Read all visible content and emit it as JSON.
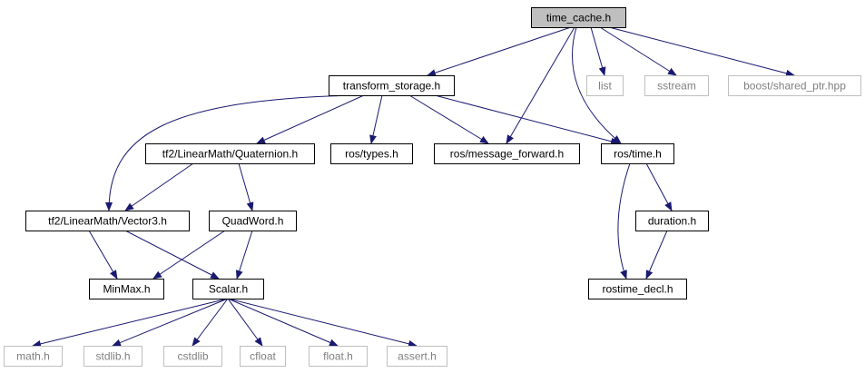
{
  "colors": {
    "edge": "#191970",
    "node_border": "#000000",
    "external_border": "#bfbfbf",
    "external_text": "#7f7f7f",
    "root_fill": "#bfbfbf",
    "text": "#000000"
  },
  "nodes": {
    "time_cache": {
      "label": "time_cache.h",
      "kind": "root"
    },
    "transform_storage": {
      "label": "transform_storage.h",
      "kind": "internal"
    },
    "list": {
      "label": "list",
      "kind": "external"
    },
    "sstream": {
      "label": "sstream",
      "kind": "external"
    },
    "shared_ptr": {
      "label": "boost/shared_ptr.hpp",
      "kind": "external"
    },
    "quaternion": {
      "label": "tf2/LinearMath/Quaternion.h",
      "kind": "internal"
    },
    "ros_types": {
      "label": "ros/types.h",
      "kind": "internal"
    },
    "message_forward": {
      "label": "ros/message_forward.h",
      "kind": "internal"
    },
    "ros_time": {
      "label": "ros/time.h",
      "kind": "internal"
    },
    "vector3": {
      "label": "tf2/LinearMath/Vector3.h",
      "kind": "internal"
    },
    "quadword": {
      "label": "QuadWord.h",
      "kind": "internal"
    },
    "duration": {
      "label": "duration.h",
      "kind": "internal"
    },
    "minmax": {
      "label": "MinMax.h",
      "kind": "internal"
    },
    "scalar": {
      "label": "Scalar.h",
      "kind": "internal"
    },
    "rostime_decl": {
      "label": "rostime_decl.h",
      "kind": "internal"
    },
    "math": {
      "label": "math.h",
      "kind": "external"
    },
    "stdlib": {
      "label": "stdlib.h",
      "kind": "external"
    },
    "cstdlib": {
      "label": "cstdlib",
      "kind": "external"
    },
    "cfloat": {
      "label": "cfloat",
      "kind": "external"
    },
    "float": {
      "label": "float.h",
      "kind": "external"
    },
    "assert": {
      "label": "assert.h",
      "kind": "external"
    }
  },
  "edges": [
    {
      "from": "time_cache",
      "to": "transform_storage"
    },
    {
      "from": "time_cache",
      "to": "message_forward"
    },
    {
      "from": "time_cache",
      "to": "list"
    },
    {
      "from": "time_cache",
      "to": "sstream"
    },
    {
      "from": "time_cache",
      "to": "shared_ptr"
    },
    {
      "from": "time_cache",
      "to": "ros_time"
    },
    {
      "from": "transform_storage",
      "to": "vector3"
    },
    {
      "from": "transform_storage",
      "to": "quaternion"
    },
    {
      "from": "transform_storage",
      "to": "ros_types"
    },
    {
      "from": "transform_storage",
      "to": "message_forward"
    },
    {
      "from": "transform_storage",
      "to": "ros_time"
    },
    {
      "from": "quaternion",
      "to": "vector3"
    },
    {
      "from": "quaternion",
      "to": "quadword"
    },
    {
      "from": "vector3",
      "to": "minmax"
    },
    {
      "from": "vector3",
      "to": "scalar"
    },
    {
      "from": "quadword",
      "to": "minmax"
    },
    {
      "from": "quadword",
      "to": "scalar"
    },
    {
      "from": "ros_time",
      "to": "duration"
    },
    {
      "from": "ros_time",
      "to": "rostime_decl"
    },
    {
      "from": "duration",
      "to": "rostime_decl"
    },
    {
      "from": "scalar",
      "to": "math"
    },
    {
      "from": "scalar",
      "to": "stdlib"
    },
    {
      "from": "scalar",
      "to": "cstdlib"
    },
    {
      "from": "scalar",
      "to": "cfloat"
    },
    {
      "from": "scalar",
      "to": "float"
    },
    {
      "from": "scalar",
      "to": "assert"
    }
  ]
}
